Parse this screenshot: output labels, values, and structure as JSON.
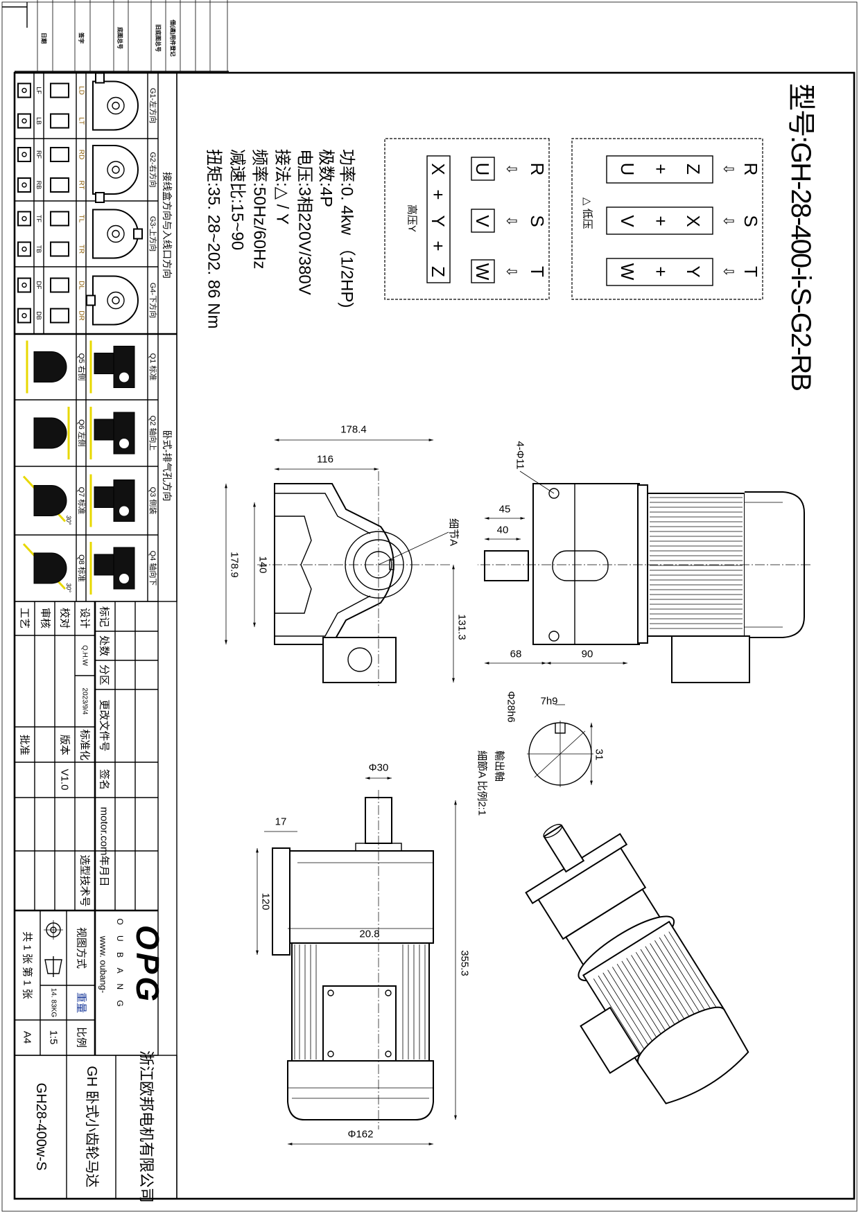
{
  "title": "型号:GH-28-400-i-S-G2-RB",
  "specs": [
    "功率:0. 4kw （1/2HP)",
    "极数:4P",
    "电压:3相220V/380V",
    "接法:△ / Y",
    "频率:50Hz/60Hz",
    "减速比:15~90",
    "扭矩:35. 28~202. 86 Nm"
  ],
  "wiring": {
    "arrow_glyph": "⇩",
    "low": {
      "label": "△ 低压",
      "phases": [
        "R",
        "S",
        "T"
      ],
      "pairs": [
        [
          "Z",
          "+",
          "U"
        ],
        [
          "X",
          "+",
          "V"
        ],
        [
          "Y",
          "+",
          "W"
        ]
      ]
    },
    "high": {
      "label": "高压Y",
      "phases": [
        "R",
        "S",
        "T"
      ],
      "terminals": [
        "U",
        "V",
        "W"
      ],
      "star": [
        "X",
        "+",
        "Y",
        "+",
        "Z"
      ]
    }
  },
  "dimensions": {
    "front": {
      "width": "178.4",
      "half": "116",
      "height": "178.9",
      "bolt": "140",
      "center_h": "131.3",
      "detail": "细节A"
    },
    "side": {
      "holes": "4-Φ11",
      "d45": "45",
      "d40": "40",
      "d68": "68",
      "d90": "90"
    },
    "shaft": {
      "dia": "Φ28h6",
      "key": "7h9",
      "depth": "31",
      "title": "輸出軸",
      "scale": "細節A  比例2:1"
    },
    "top": {
      "shaft": "Φ30",
      "flange": "17",
      "bolt": "120",
      "offset": "20.8",
      "length": "355.3",
      "motor": "Φ162"
    }
  },
  "top_strip": [
    "日期",
    "签字",
    "底图总号",
    "旧底图总号",
    "借(通)用件登记"
  ],
  "mount_table": {
    "header_g": "接线盒方向与入线口方向",
    "header_q": "卧式-排气孔方向",
    "g": [
      {
        "label": "G1-左方向",
        "a": [
          "LD",
          "LT"
        ],
        "b": [
          "LF",
          "LB"
        ]
      },
      {
        "label": "G2-右方向",
        "a": [
          "RD",
          "RT"
        ],
        "b": [
          "RF",
          "RB"
        ]
      },
      {
        "label": "G3-上方向",
        "a": [
          "TL",
          "TR"
        ],
        "b": [
          "TF",
          "TB"
        ]
      },
      {
        "label": "G4-下方向",
        "a": [
          "DL",
          "DR"
        ],
        "b": [
          "DF",
          "DB"
        ]
      }
    ],
    "q": [
      {
        "top": "Q1 标准",
        "bottom": "Q5 右侧"
      },
      {
        "top": "Q2 轴向上",
        "bottom": "Q6 左侧"
      },
      {
        "top": "Q3 侧装",
        "bottom": "Q7 标准"
      },
      {
        "top": "Q4 轴向下",
        "bottom": "Q8 标准"
      }
    ],
    "angle": "30°"
  },
  "title_block": {
    "mark": "标记",
    "count": "处数",
    "zone": "分区",
    "change_doc": "更改文件号",
    "sign": "签名",
    "date_hdr": "motor.com年月日",
    "design": "设计",
    "designer": "Q.H.W",
    "date": "2023/9/4",
    "standard": "标准化",
    "selection": "选型技术号",
    "check": "校对",
    "version_lbl": "版本",
    "version": "V1.0",
    "review": "审核",
    "process": "工艺",
    "approve": "批准",
    "logo": "OPG",
    "brand": "O U B A N G",
    "website": "www. oubang-",
    "view_lbl": "视图方式",
    "weight_lbl": "重量",
    "ratio_lbl": "比例",
    "weight": "14. 83KG",
    "ratio": "1:5",
    "sheets": "共 1 张  第 1 张",
    "paper": "A4",
    "company": "浙江欧邦电机有限公司",
    "product": "GH  卧式小齿轮马达",
    "model": "GH28-400w-S"
  }
}
